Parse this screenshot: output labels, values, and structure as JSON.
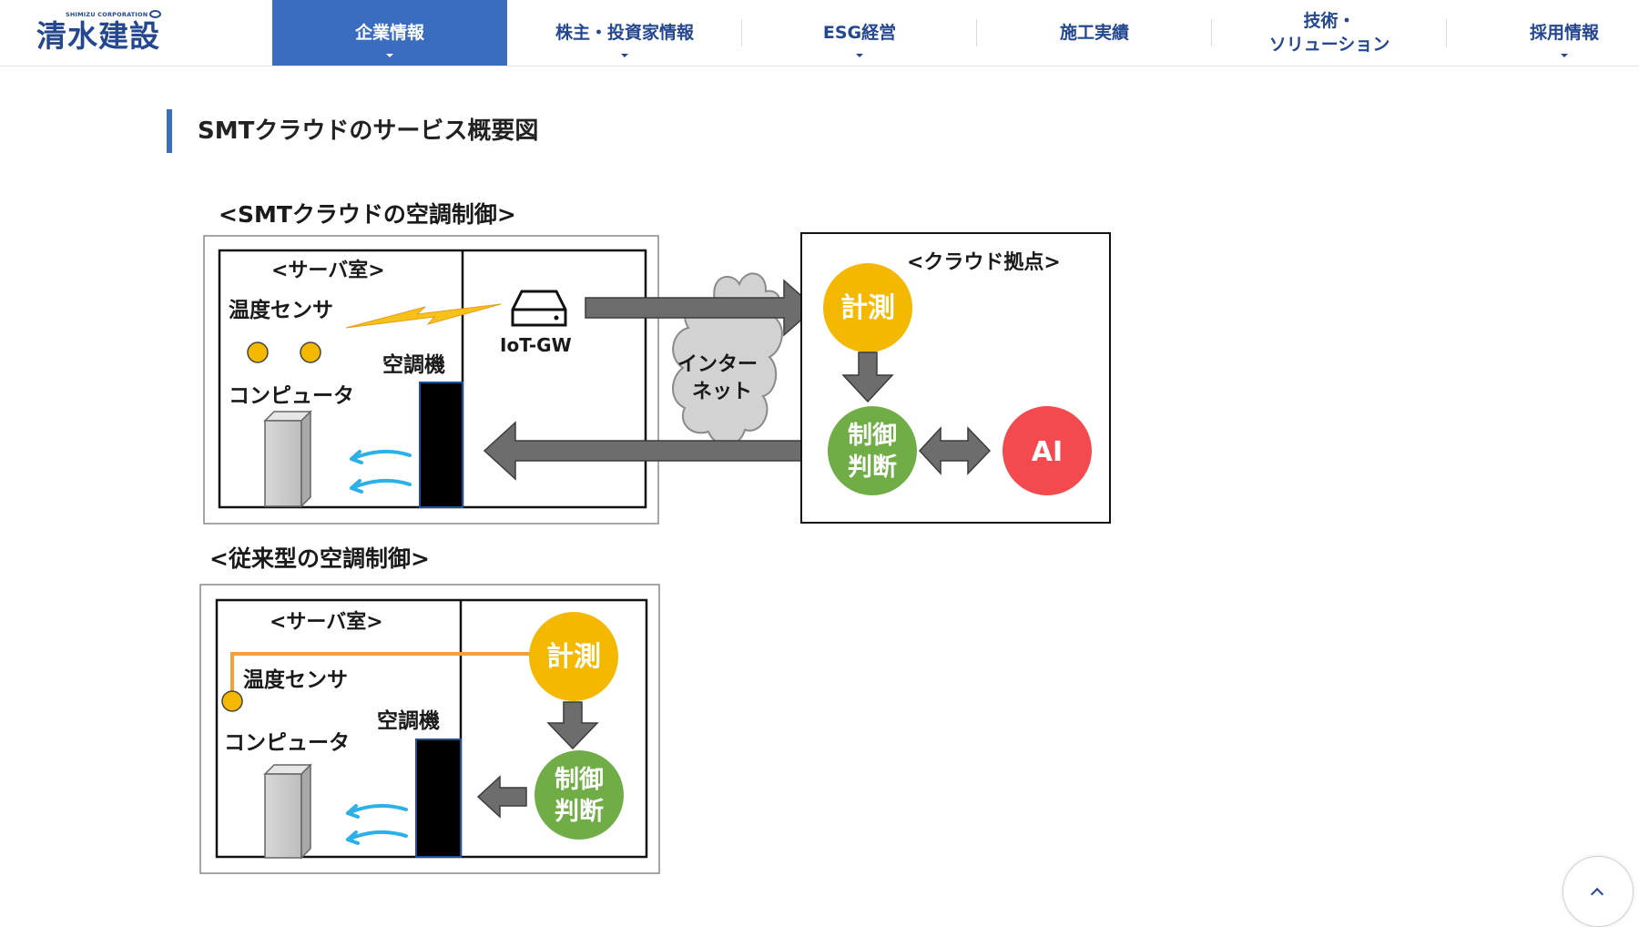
{
  "logo": {
    "sub_text": "SHIMIZU CORPORATION",
    "main_text": "清水建設"
  },
  "nav": {
    "items": [
      {
        "label": "企業情報",
        "active": true,
        "has_dropdown": true
      },
      {
        "label": "株主・投資家情報",
        "active": false,
        "has_dropdown": true
      },
      {
        "label": "ESG経営",
        "active": false,
        "has_dropdown": true
      },
      {
        "label": "施工実績",
        "active": false,
        "has_dropdown": false
      },
      {
        "label": "技術・\nソリューション",
        "active": false,
        "has_dropdown": false
      },
      {
        "label": "採用情報",
        "active": false,
        "has_dropdown": true
      }
    ]
  },
  "section": {
    "title": "SMTクラウドのサービス概要図"
  },
  "diagram": {
    "cloud_control": {
      "heading": "<SMTクラウドの空調制御>",
      "server_room": "<サーバ室>",
      "sensor": "温度センサ",
      "computer": "コンピュータ",
      "aircon": "空調機",
      "gateway": "IoT-GW",
      "internet_line1": "インター",
      "internet_line2": "ネット",
      "cloud_site": "<クラウド拠点>",
      "measure": "計測",
      "control_line1": "制御",
      "control_line2": "判断",
      "ai": "AI"
    },
    "conventional_control": {
      "heading": "<従来型の空調制御>",
      "server_room": "<サーバ室>",
      "sensor": "温度センサ",
      "computer": "コンピュータ",
      "aircon": "空調機",
      "measure": "計測",
      "control_line1": "制御",
      "control_line2": "判断"
    },
    "colors": {
      "measure": "#f4b800",
      "control": "#70ad47",
      "ai": "#f24a4f",
      "arrow": "#6d6d6d",
      "sensor_line": "#f0a040",
      "airflow": "#2bb0e8"
    }
  },
  "scroll_top": {
    "icon": "chevron-up-icon"
  }
}
